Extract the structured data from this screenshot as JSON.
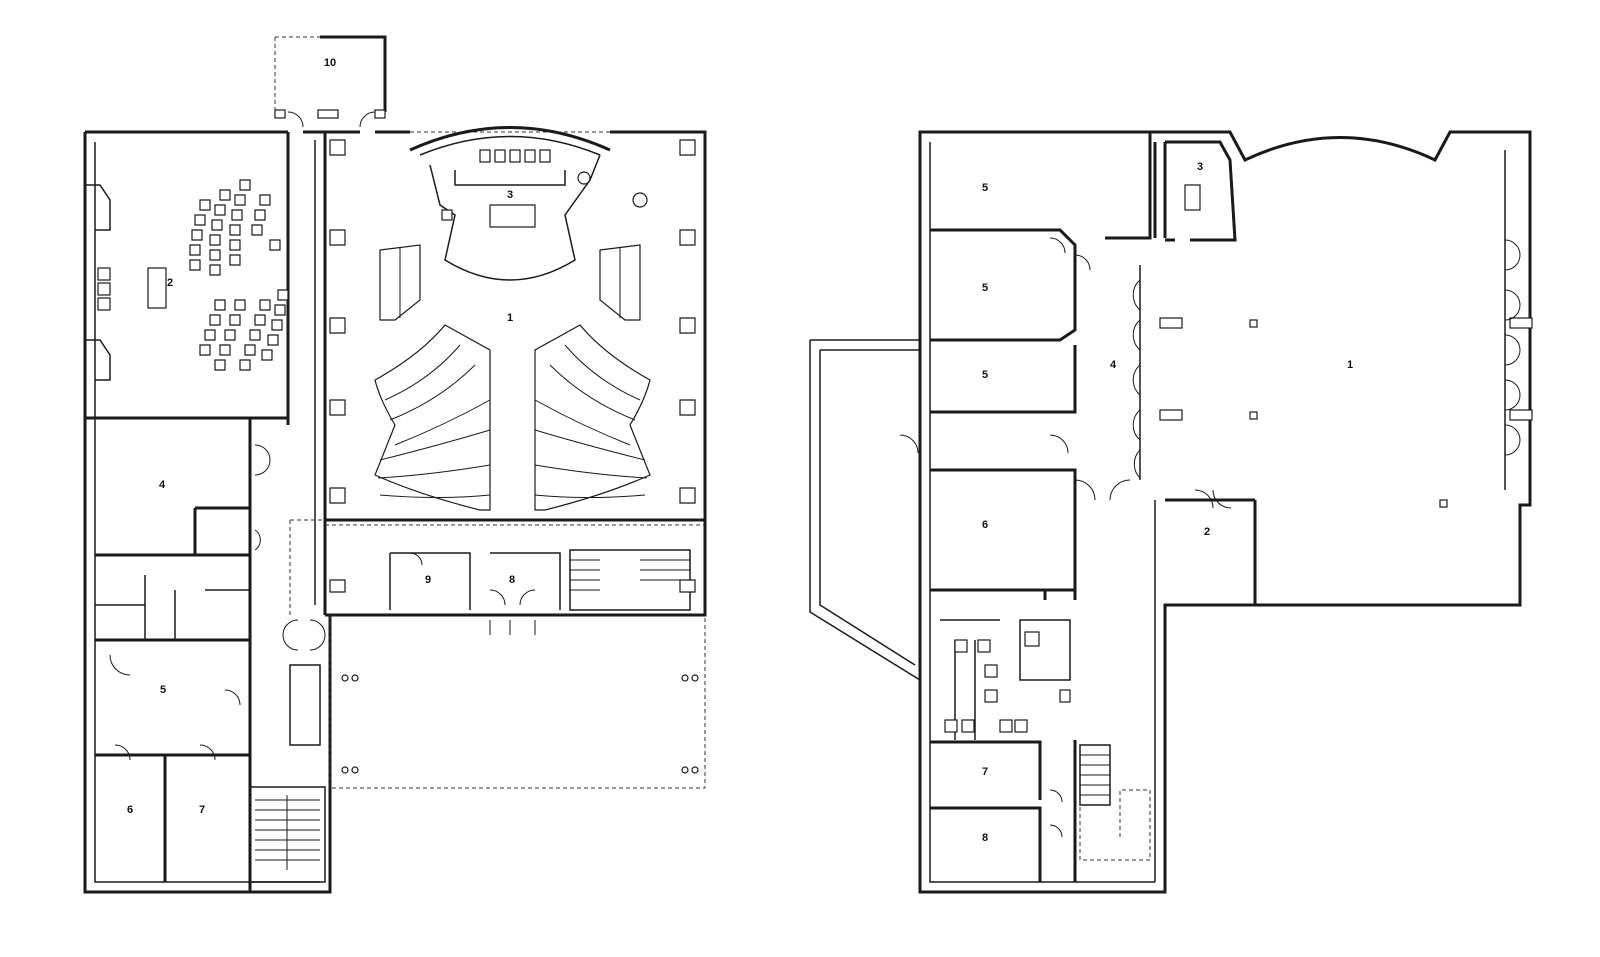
{
  "ground_floor": {
    "labels": [
      "10",
      "1",
      "2",
      "3",
      "4",
      "5",
      "6",
      "7",
      "8",
      "9"
    ]
  },
  "upper_floor": {
    "labels": [
      "1",
      "2",
      "3",
      "4",
      "5",
      "5",
      "5",
      "6",
      "7",
      "8"
    ]
  }
}
